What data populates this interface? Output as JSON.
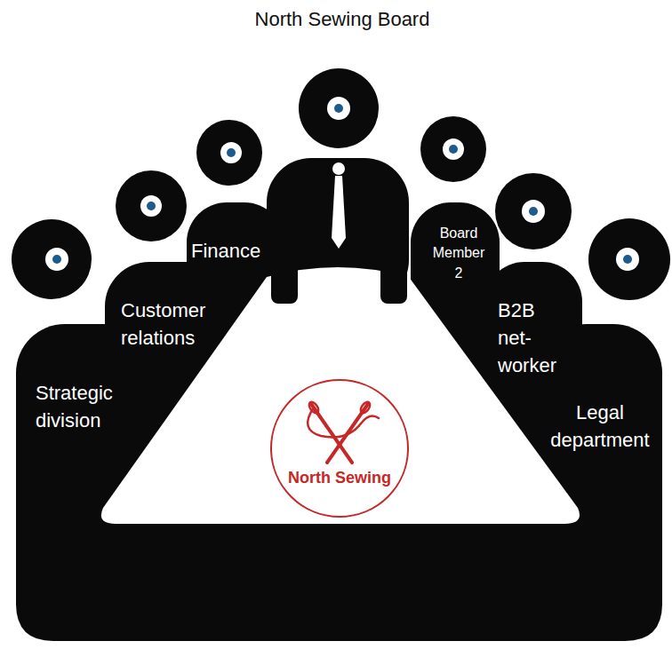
{
  "diagram": {
    "title": "North Sewing Board",
    "nodes": [
      {
        "text": [
          "Strategic division"
        ]
      },
      {
        "text": [
          "Customer relations"
        ]
      },
      {
        "text": [
          "Finance"
        ]
      },
      {
        "text": [
          "Board Member 2"
        ]
      },
      {
        "text": [
          "B2B net-worker"
        ]
      },
      {
        "text": [
          "Legal department"
        ]
      },
      {
        "text": [
          "North Sewing"
        ]
      }
    ]
  }
}
